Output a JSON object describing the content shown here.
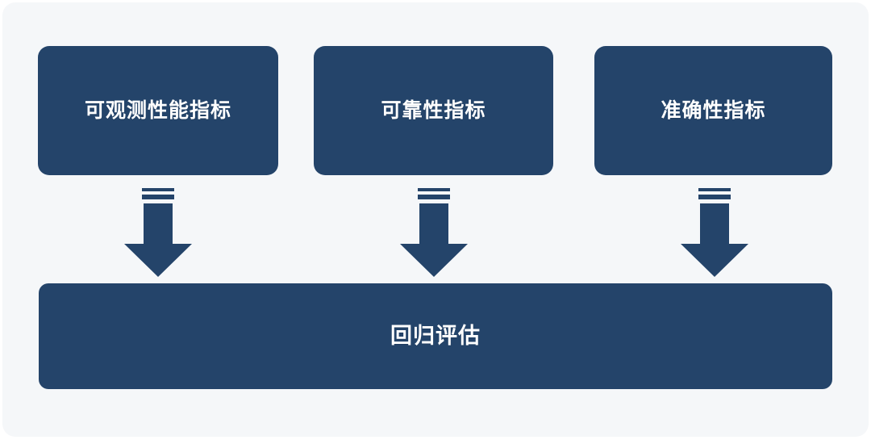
{
  "diagram": {
    "background_color": "#f5f7f9",
    "node_color": "#24446a",
    "text_color": "#ffffff",
    "title": "",
    "inputs": [
      {
        "id": "observability",
        "label": "可观测性能指标"
      },
      {
        "id": "reliability",
        "label": "可靠性指标"
      },
      {
        "id": "accuracy",
        "label": "准确性指标"
      }
    ],
    "connectors": [
      {
        "id": "arrow-1",
        "icon": "arrow-down-icon",
        "from": "observability",
        "to": "regression"
      },
      {
        "id": "arrow-2",
        "icon": "arrow-down-icon",
        "from": "reliability",
        "to": "regression"
      },
      {
        "id": "arrow-3",
        "icon": "arrow-down-icon",
        "from": "accuracy",
        "to": "regression"
      }
    ],
    "output": {
      "id": "regression",
      "label": "回归评估"
    }
  }
}
